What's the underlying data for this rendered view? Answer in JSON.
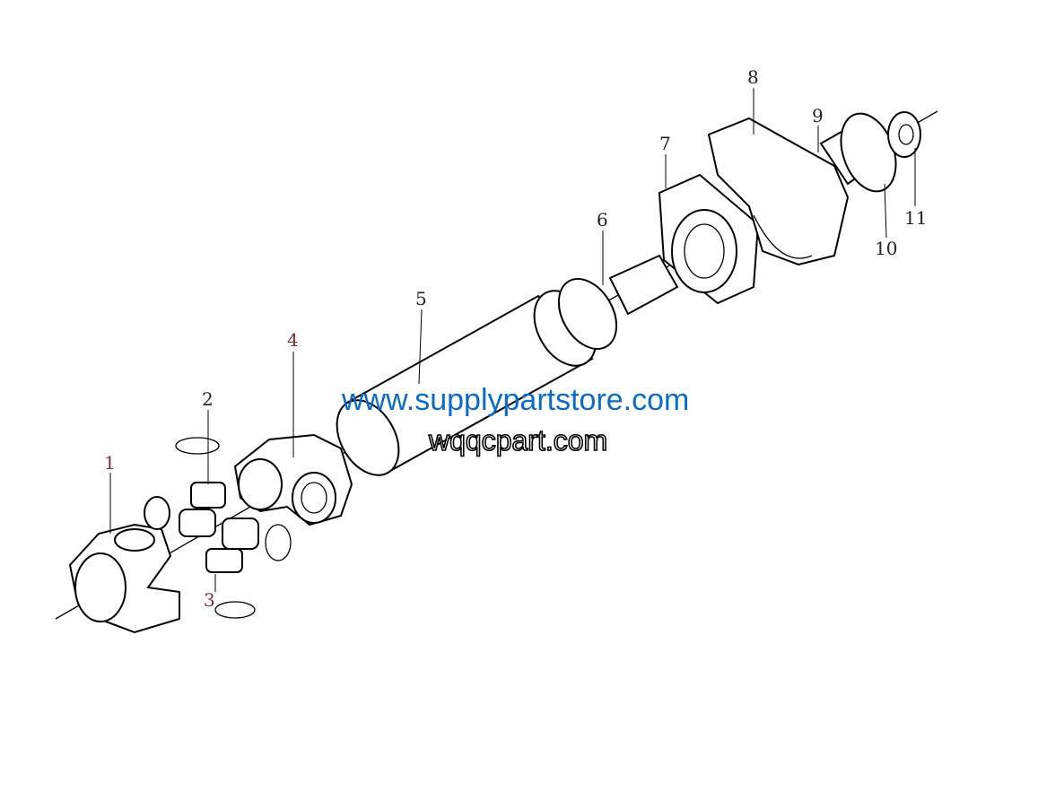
{
  "diagram": {
    "labels": [
      {
        "id": "1",
        "color": "#7a3030"
      },
      {
        "id": "2",
        "color": "#222222"
      },
      {
        "id": "3",
        "color": "#7a3030"
      },
      {
        "id": "4",
        "color": "#7a3030"
      },
      {
        "id": "5",
        "color": "#222222"
      },
      {
        "id": "6",
        "color": "#222222"
      },
      {
        "id": "7",
        "color": "#222222"
      },
      {
        "id": "8",
        "color": "#222222"
      },
      {
        "id": "9",
        "color": "#222222"
      },
      {
        "id": "10",
        "color": "#222222"
      },
      {
        "id": "11",
        "color": "#222222"
      }
    ]
  },
  "watermarks": {
    "blue": "www.supplypartstore.com",
    "black": "wqqcpart.com",
    "blue_color": "#0a6cc8"
  }
}
